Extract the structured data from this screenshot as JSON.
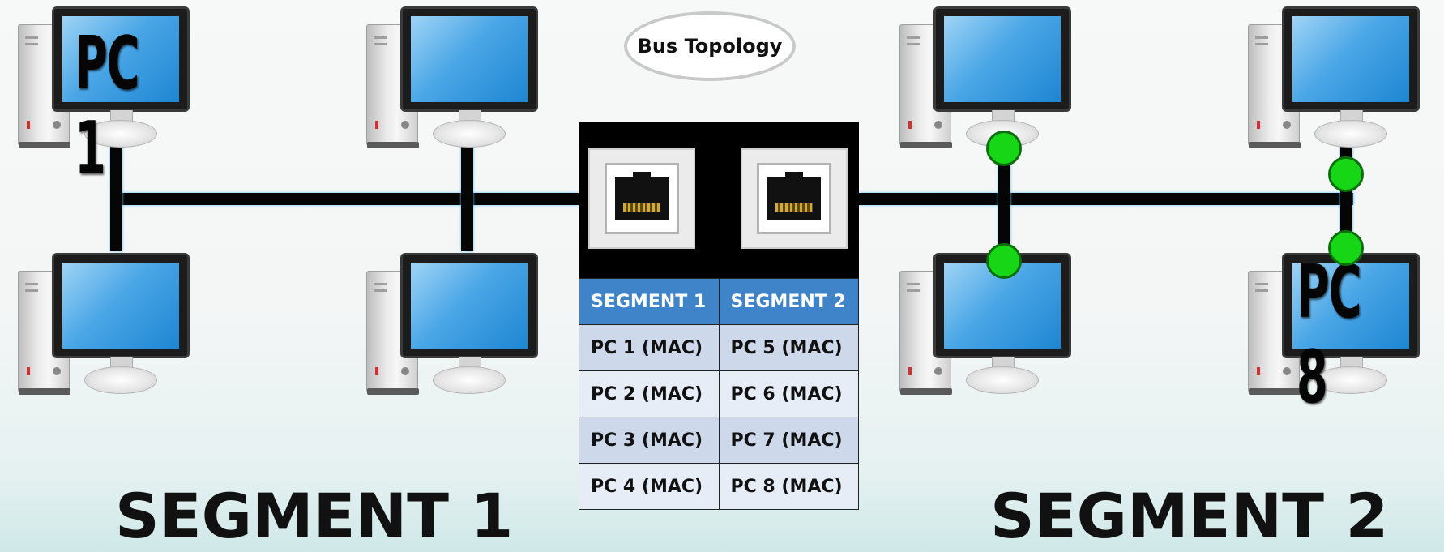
{
  "title": "Bus Topology",
  "computers": [
    {
      "id": "pc-1",
      "label": "PC 1"
    },
    {
      "id": "pc-2",
      "label": ""
    },
    {
      "id": "pc-3",
      "label": ""
    },
    {
      "id": "pc-4",
      "label": ""
    },
    {
      "id": "pc-5",
      "label": ""
    },
    {
      "id": "pc-6",
      "label": ""
    },
    {
      "id": "pc-7",
      "label": ""
    },
    {
      "id": "pc-8",
      "label": "PC 8"
    }
  ],
  "switch": {
    "ports": 2
  },
  "mac_table": {
    "headers": [
      "SEGMENT 1",
      "SEGMENT 2"
    ],
    "rows": [
      [
        "PC 1 (MAC)",
        "PC 5 (MAC)"
      ],
      [
        "PC 2 (MAC)",
        "PC 6 (MAC)"
      ],
      [
        "PC 3 (MAC)",
        "PC 7 (MAC)"
      ],
      [
        "PC 4 (MAC)",
        "PC 8 (MAC)"
      ]
    ],
    "header_color": "#3f83c9"
  },
  "segments": [
    "SEGMENT 1",
    "SEGMENT 2"
  ],
  "colors": {
    "bus": "#050505",
    "marker": "#16d616",
    "screen": "#4aa6e6"
  }
}
